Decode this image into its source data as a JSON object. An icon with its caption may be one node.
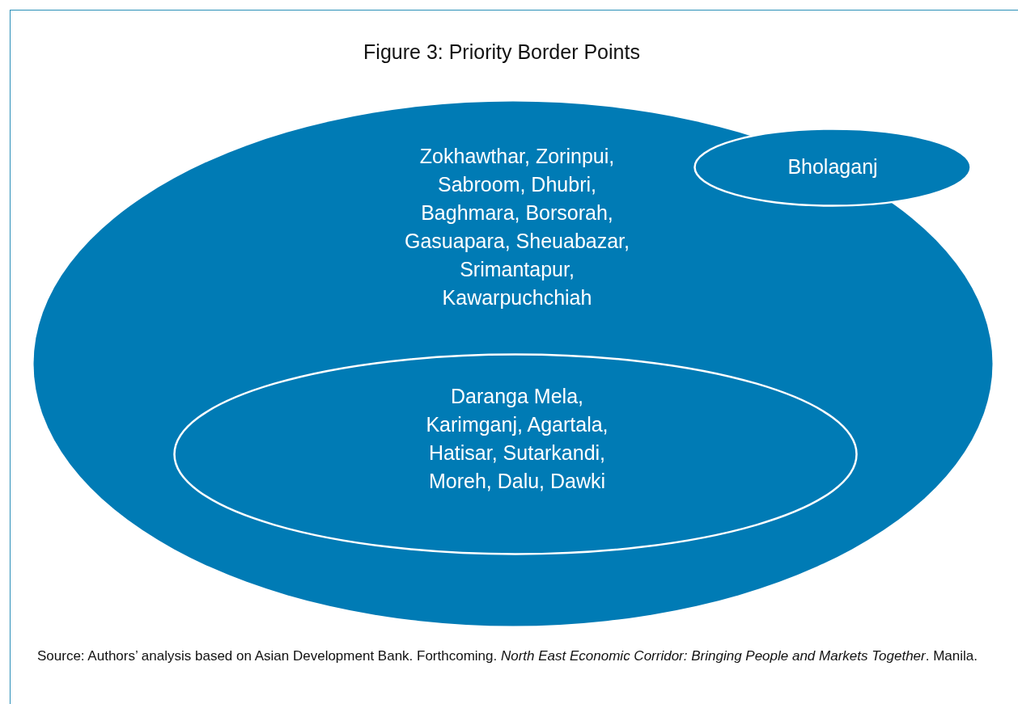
{
  "diagram": {
    "title": "Figure 3: Priority Border Points",
    "caption": "Source: Authors’ analysis based on Asian Development Bank. Forthcoming. *North East Economic Corridor: Bringing People and Markets Together*. Manila.",
    "nodes": [
      {
        "text": [
          "Zokhawthar, Zorinpui, Sabroom, Dhubri, Baghmara, Borsorah, Gasuapara, Sheuabazar, Srimantapur, Kawarpuchchiah"
        ]
      },
      {
        "text": [
          "Daranga Mela, Karimganj, Agartala, Hatisar, Sutarkandi, Moreh, Dalu, Dawki"
        ],
        "in": 0
      },
      {
        "text": [
          "Bholaganj"
        ]
      }
    ],
    "edges": []
  }
}
